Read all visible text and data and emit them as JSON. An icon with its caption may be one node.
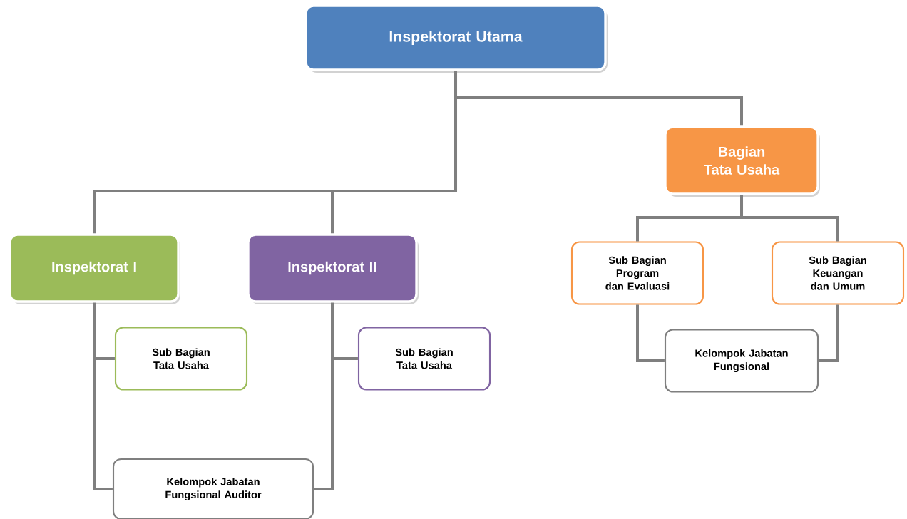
{
  "diagram": {
    "nodes": [
      {
        "text": [
          "Inspektorat Utama"
        ]
      },
      {
        "text": [
          "Bagian Tata Usaha"
        ]
      },
      {
        "text": [
          "Inspektorat I"
        ]
      },
      {
        "text": [
          "Inspektorat II"
        ]
      },
      {
        "text": [
          "Sub Bagian Tata Usaha"
        ]
      },
      {
        "text": [
          "Sub Bagian Tata Usaha"
        ]
      },
      {
        "text": [
          "Kelompok Jabatan Fungsional Auditor"
        ]
      },
      {
        "text": [
          "Sub Bagian Program dan Evaluasi"
        ]
      },
      {
        "text": [
          "Sub Bagian Keuangan dan Umum"
        ]
      },
      {
        "text": [
          "Kelompok Jabatan Fungsional"
        ]
      }
    ],
    "edges": [
      {
        "from": 0,
        "to": 1,
        "arrow": "none"
      },
      {
        "from": 0,
        "to": 2,
        "arrow": "none"
      },
      {
        "from": 0,
        "to": 3,
        "arrow": "none"
      },
      {
        "from": 1,
        "to": 7,
        "arrow": "none"
      },
      {
        "from": 1,
        "to": 8,
        "arrow": "none"
      },
      {
        "from": 2,
        "to": 4,
        "arrow": "none"
      },
      {
        "from": 2,
        "to": 6,
        "arrow": "none"
      },
      {
        "from": 3,
        "to": 5,
        "arrow": "none"
      },
      {
        "from": 3,
        "to": 6,
        "arrow": "none"
      },
      {
        "from": 7,
        "to": 9,
        "arrow": "none"
      },
      {
        "from": 8,
        "to": 9,
        "arrow": "none"
      }
    ]
  }
}
